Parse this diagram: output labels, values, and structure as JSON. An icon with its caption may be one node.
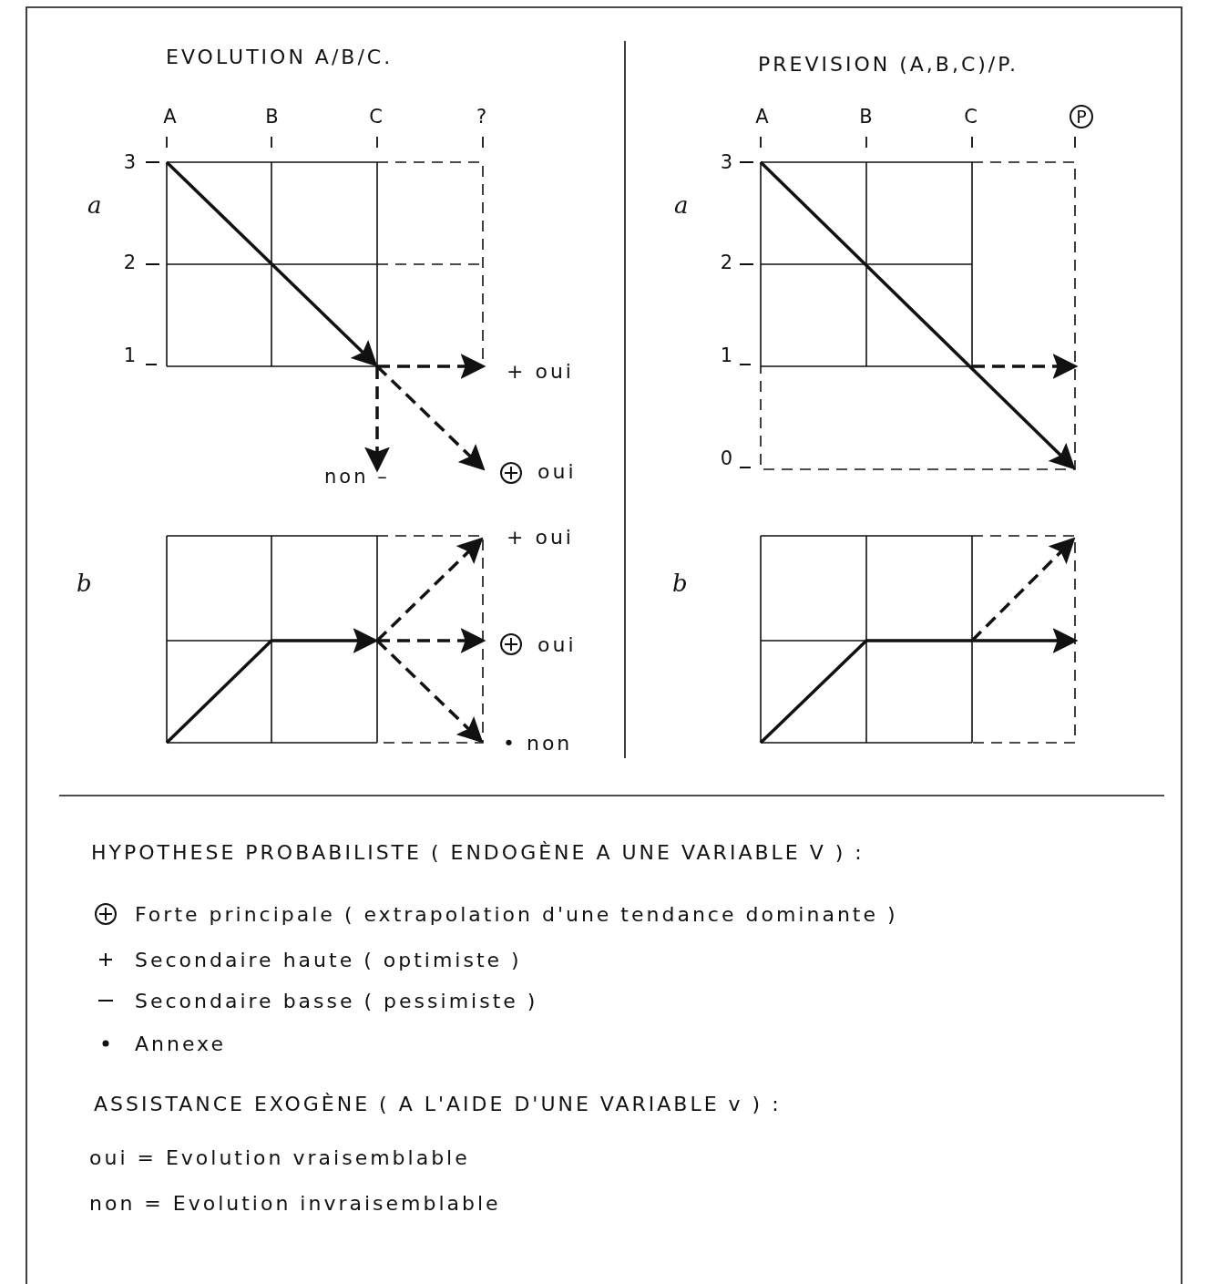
{
  "diagram": {
    "labels": [
      "EVOLUTION A/B/C.",
      "PREVISION (A,B,C)/P.",
      "A",
      "B",
      "C",
      "?",
      "A",
      "B",
      "C",
      "P",
      "3",
      "a",
      "2",
      "1",
      "+ oui",
      "3",
      "a",
      "2",
      "1",
      "0",
      "non –",
      "oui",
      "+ oui",
      "b",
      "b",
      "oui",
      "• non",
      "HYPOTHESE PROBABILISTE ( ENDOGÈNE A UNE VARIABLE V ) :",
      "ASSISTANCE EXOGÈNE ( A L'AIDE D'UNE VARIABLE v ) :",
      "oui = Evolution vraisemblable",
      "non = Evolution invraisemblable"
    ],
    "legend": [
      {
        "text": "Forte principale ( extrapolation d'une tendance dominante )"
      },
      {
        "text": "Secondaire haute ( optimiste )"
      },
      {
        "text": "Secondaire basse ( pessimiste )"
      },
      {
        "text": "Annexe"
      }
    ]
  }
}
